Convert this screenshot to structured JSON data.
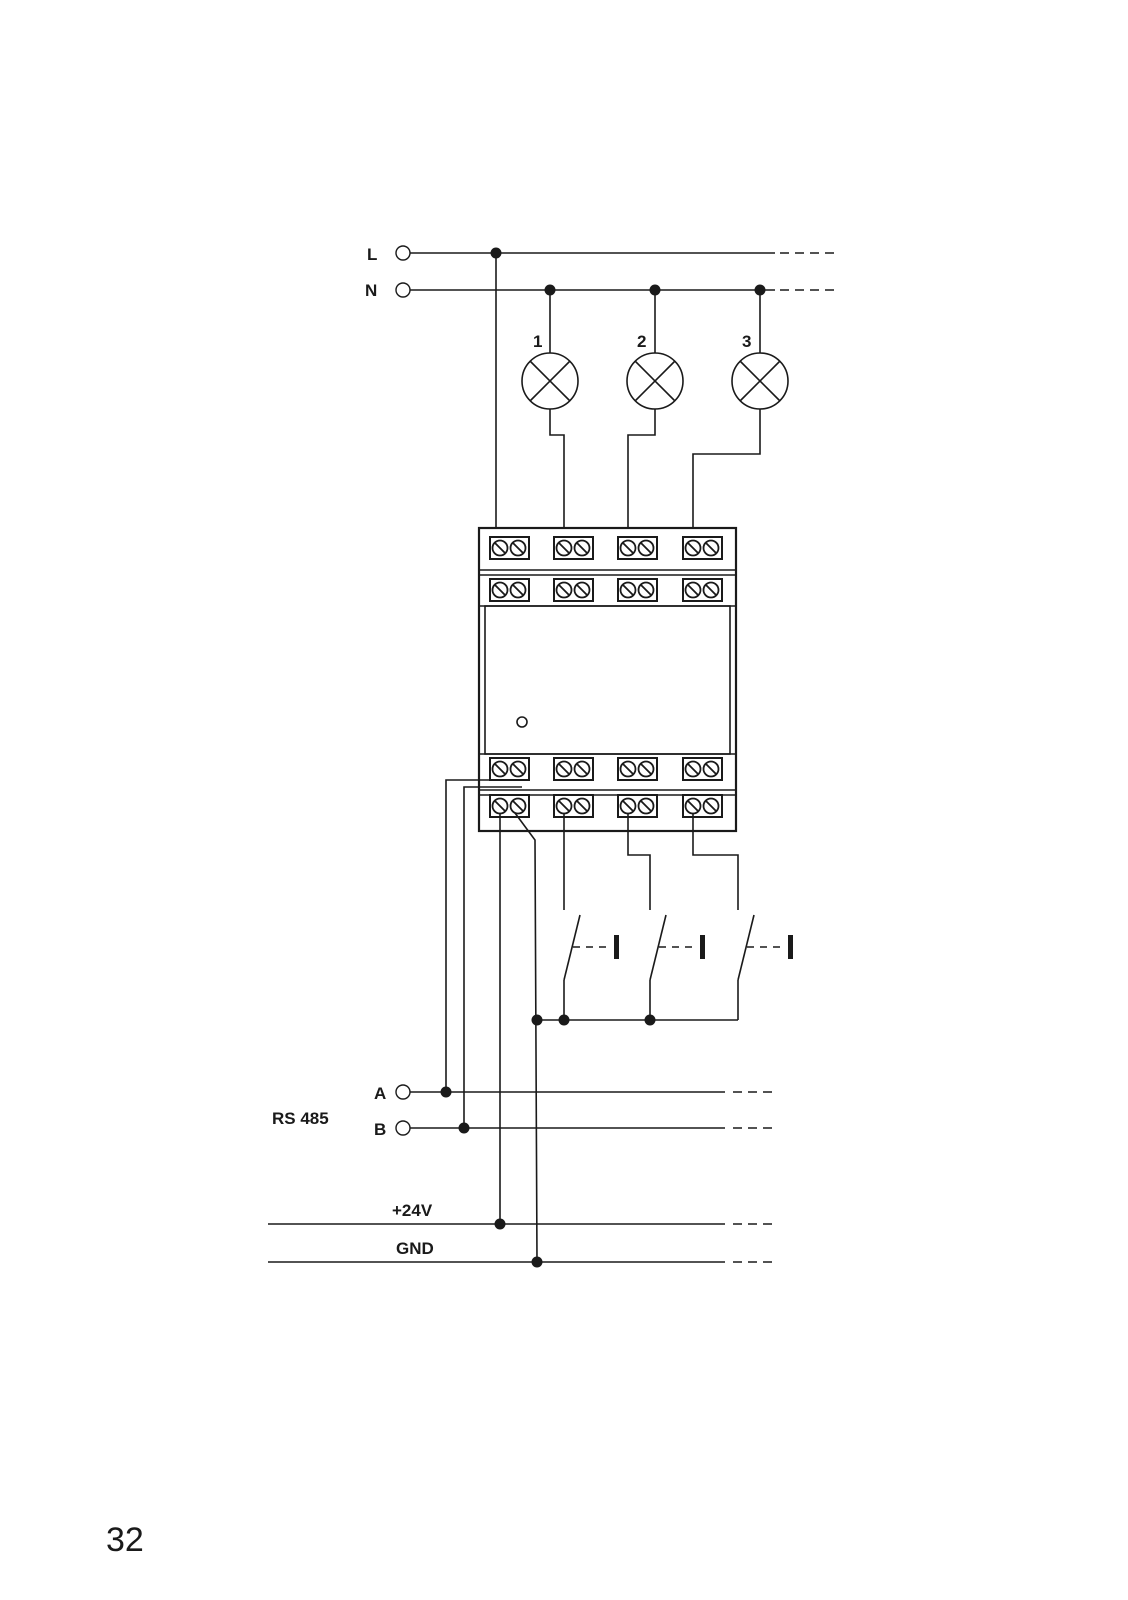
{
  "lines": {
    "L": "L",
    "N": "N",
    "A": "A",
    "B": "B",
    "plus24": "+24V",
    "gnd": "GND"
  },
  "bus_label": "RS 485",
  "lamps": [
    "1",
    "2",
    "3"
  ],
  "page_number": "32",
  "colors": {
    "ink": "#1a1a1a",
    "paper": "#ffffff"
  }
}
